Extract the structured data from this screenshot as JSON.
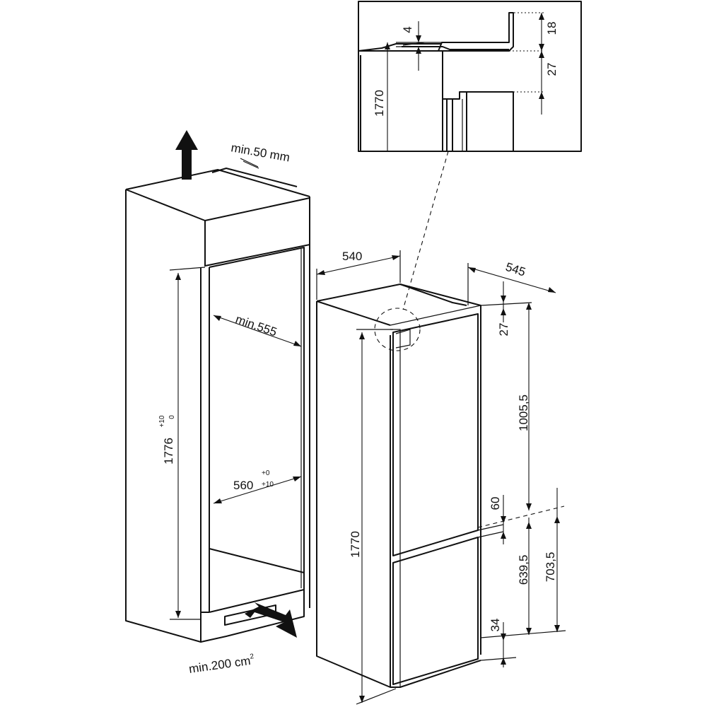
{
  "labels": {
    "min_top_gap": "min.50 mm",
    "min_vent": "min.200 cm",
    "vent_superscript": "2",
    "niche_height": "1776",
    "niche_height_tol_top": "+10",
    "niche_height_tol_bottom": "0",
    "niche_depth": "min.555",
    "niche_width": "560",
    "niche_width_tol_top": "+0",
    "niche_width_tol_bottom": "+10",
    "appliance_width": "540",
    "appliance_depth": "545",
    "appliance_height": "1770",
    "top_gap": "27",
    "upper_door": "1005,5",
    "door_gap": "60",
    "lower_door": "639,5",
    "lower_total": "703,5",
    "bottom_gap": "34",
    "detail_small": "4",
    "detail_top": "18",
    "detail_gap": "27",
    "detail_height": "1770"
  }
}
